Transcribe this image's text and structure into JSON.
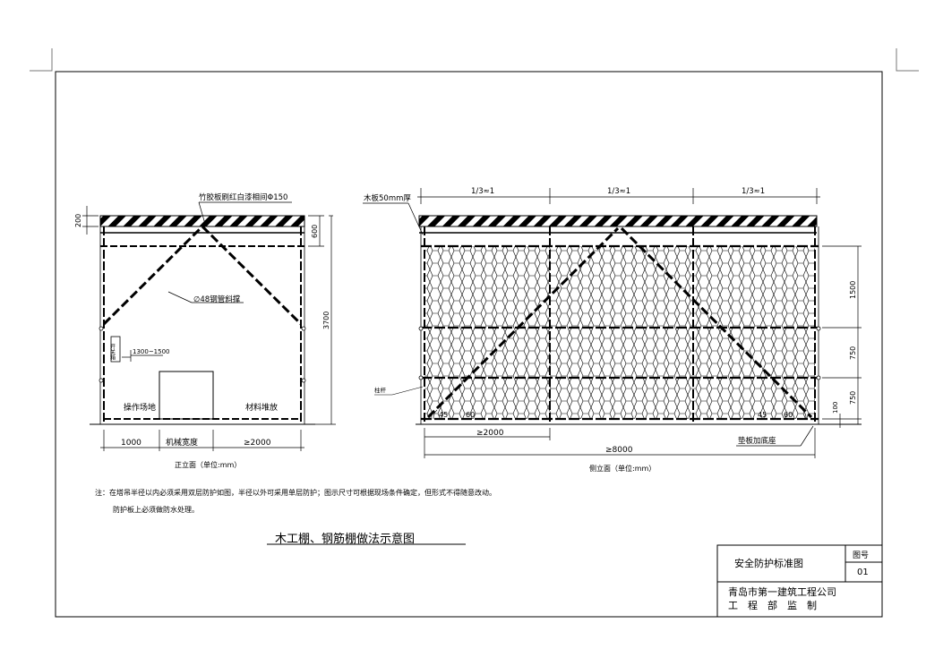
{
  "front": {
    "label_top": "竹胶板刷红白漆相间Φ150",
    "dim_200": "200",
    "dim_600": "600",
    "dim_3700": "3700",
    "brace_label": "∅48钢管斜撑",
    "sign_label": "开关箱",
    "sign_height": "1300~1500",
    "area_left": "操作场地",
    "area_right": "材料堆放",
    "dim_1000": "1000",
    "dim_machine": "机械宽度",
    "dim_2000": "≥2000",
    "caption": "正立面（单位:mm）"
  },
  "side": {
    "label_wood": "木板50mm厚",
    "top_dims": [
      "1/3≈1",
      "1/3≈1",
      "1/3≈1"
    ],
    "dim_1500": "1500",
    "dim_750a": "750",
    "dim_750b": "750",
    "dim_100": "100",
    "post_label": "柱杆",
    "angle_45a": "45",
    "angle_60a": "60",
    "angle_45b": "45",
    "angle_60b": "60",
    "dim_2000": "≥2000",
    "dim_8000": "≥8000",
    "base_label": "垫板加底座",
    "caption": "侧立面（单位:mm）"
  },
  "notes": {
    "line1": "注：在塔吊半径以内必须采用双层防护如图，半径以外可采用单层防护；图示尺寸可根据现场条件确定，但形式不得随意改动。",
    "line2": "防护板上必须做防水处理。"
  },
  "title": "木工棚、钢筋棚做法示意图",
  "titleblock": {
    "name": "安全防护标准图",
    "fig_label": "图号",
    "fig_no": "01",
    "company": "青岛市第一建筑工程公司",
    "dept": "工　程　部　监　制"
  }
}
